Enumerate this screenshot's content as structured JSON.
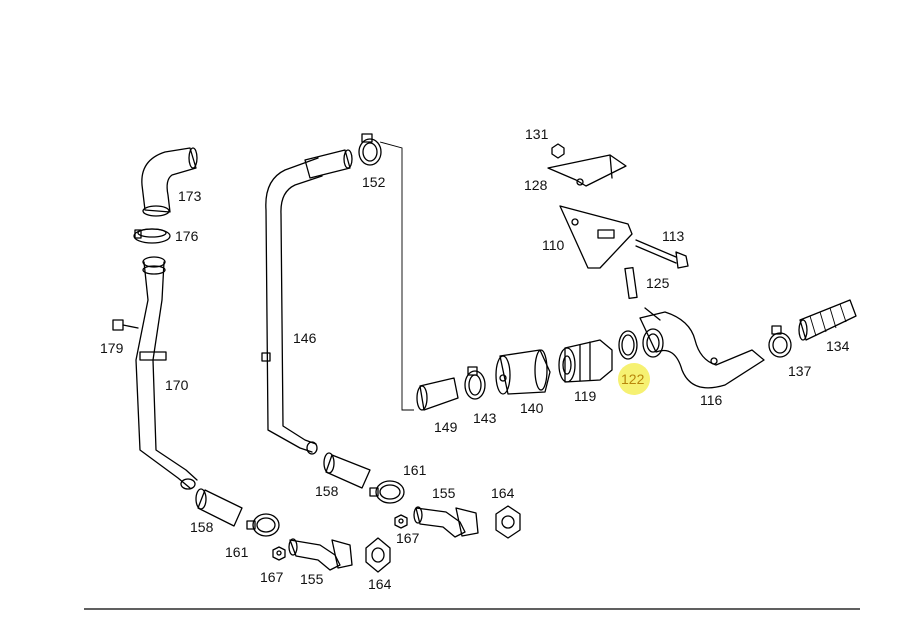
{
  "diagram": {
    "labels": {
      "l173": "173",
      "l176": "176",
      "l179": "179",
      "l170": "170",
      "l158a": "158",
      "l161a": "161",
      "l167a": "167",
      "l155a": "155",
      "l164a": "164",
      "l146": "146",
      "l152": "152",
      "l158b": "158",
      "l161b": "161",
      "l167b": "167",
      "l155b": "155",
      "l164b": "164",
      "l149": "149",
      "l143": "143",
      "l140": "140",
      "l119": "119",
      "l122": "122",
      "l116": "116",
      "l137": "137",
      "l134": "134",
      "l131": "131",
      "l128": "128",
      "l110": "110",
      "l113": "113",
      "l125": "125"
    },
    "highlight": {
      "part": "122",
      "color": "#f4ee59"
    }
  }
}
